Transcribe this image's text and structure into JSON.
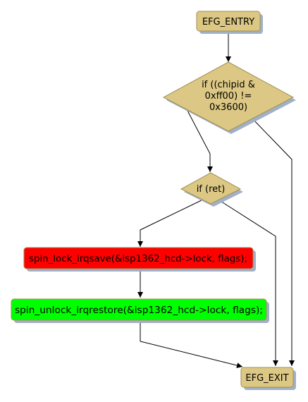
{
  "nodes": {
    "entry": {
      "label": "EFG_ENTRY"
    },
    "cond_chip": {
      "lines": [
        "if ((chipid &",
        "0xff00) !=",
        "0x3600)"
      ]
    },
    "cond_ret": {
      "label": "if (ret)"
    },
    "lock": {
      "label": "spin_lock_irqsave(&isp1362_hcd->lock, flags);"
    },
    "unlock": {
      "label": "spin_unlock_irqrestore(&isp1362_hcd->lock, flags);"
    },
    "exit": {
      "label": "EFG_EXIT"
    }
  },
  "colors": {
    "terminal_fill": "#dcc884",
    "terminal_stroke": "#a09050",
    "lock_fill": "#ff0000",
    "unlock_fill": "#00ff00",
    "shadow": "#a0b0c8",
    "edge": "#000000"
  }
}
